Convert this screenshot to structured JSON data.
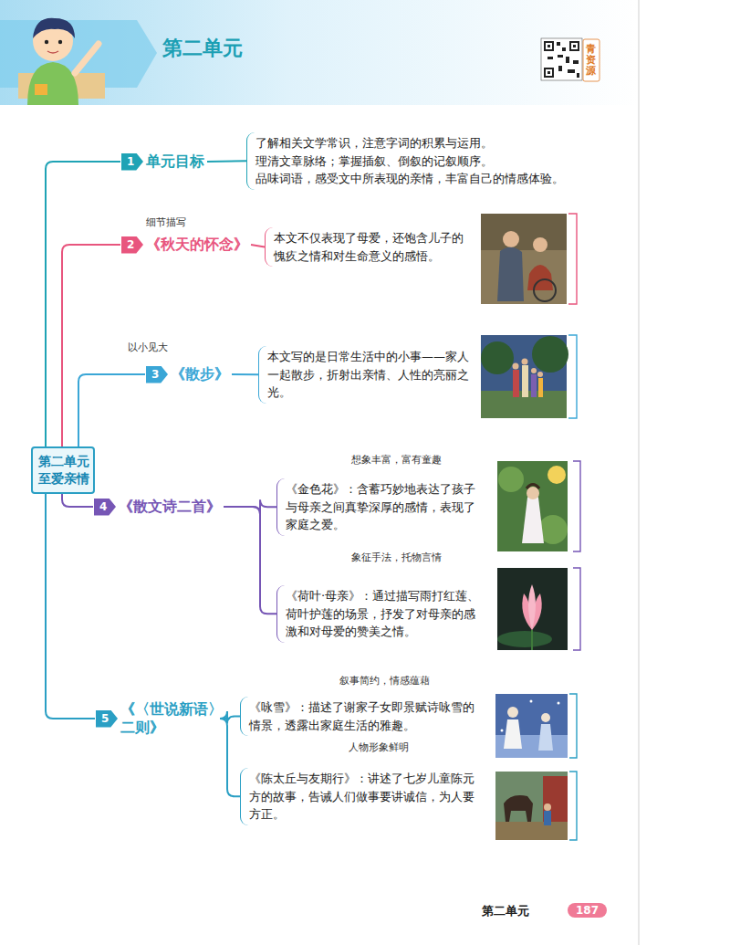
{
  "diagram": {
    "title": "第二单元",
    "nodes": [
      {
        "text": [
          "第二单元 至爱亲情"
        ]
      },
      {
        "text": [
          "1",
          "单元目标"
        ]
      },
      {
        "text": [
          "了解相关文学常识，注意字词的积累与运用。",
          "理清文章脉络；掌握插叙、倒叙的记叙顺序。",
          "品味词语，感受文中所表现的亲情，丰富自己的情感体验。"
        ]
      },
      {
        "text": [
          "2",
          "《秋天的怀念》"
        ]
      },
      {
        "text": [
          "本文不仅表现了母爱，还饱含儿子的愧疚之情和对生命意义的感悟。"
        ]
      },
      {
        "text": [
          "3",
          "《散步》"
        ]
      },
      {
        "text": [
          "本文写的是日常生活中的小事——家人一起散步，折射出亲情、人性的亮丽之光。"
        ]
      },
      {
        "text": [
          "4",
          "《散文诗二首》"
        ]
      },
      {
        "text": [
          "《金色花》：含蓄巧妙地表达了孩子与母亲之间真挚深厚的感情，表现了家庭之爱。"
        ]
      },
      {
        "text": [
          "《荷叶·母亲》：通过描写雨打红莲、荷叶护莲的场景，抒发了对母亲的感激和对母爱的赞美之情。"
        ]
      },
      {
        "text": [
          "5",
          "《〈世说新语〉二则》"
        ]
      },
      {
        "text": [
          "《咏雪》：描述了谢家子女即景赋诗咏雪的情景，透露出家庭生活的雅趣。"
        ]
      },
      {
        "text": [
          "《陈太丘与友期行》：讲述了七岁儿童陈元方的故事，告诫人们做事要讲诚信，为人要方正。"
        ]
      }
    ],
    "edges": [
      {
        "from": 0,
        "to": 1,
        "arrow": "none"
      },
      {
        "from": 0,
        "to": 3,
        "arrow": "none"
      },
      {
        "from": 0,
        "to": 5,
        "arrow": "none"
      },
      {
        "from": 0,
        "to": 7,
        "arrow": "none"
      },
      {
        "from": 0,
        "to": 10,
        "arrow": "none"
      },
      {
        "from": 1,
        "to": 2,
        "arrow": "none"
      },
      {
        "from": 3,
        "to": 4,
        "arrow": "none"
      },
      {
        "from": 5,
        "to": 6,
        "arrow": "none"
      },
      {
        "from": 7,
        "to": 8,
        "arrow": "none"
      },
      {
        "from": 7,
        "to": 9,
        "arrow": "none"
      },
      {
        "from": 10,
        "to": 11,
        "arrow": "none"
      },
      {
        "from": 10,
        "to": 12,
        "arrow": "none"
      }
    ],
    "labels": [
      "细节描写",
      "以小见大",
      "想象丰富，富有童趣",
      "象征手法，托物言情",
      "叙事简约，情感蕴藉",
      "人物形象鲜明",
      "青资源",
      "第二单元",
      "187"
    ]
  }
}
